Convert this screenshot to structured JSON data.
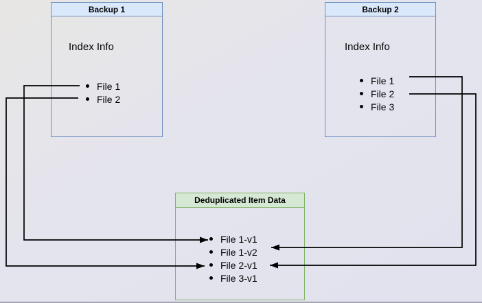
{
  "diagram": {
    "colors": {
      "background": "#e4e4ee",
      "blue_header_fill": "#dae8fc",
      "blue_border": "#6c8ebf",
      "green_header_fill": "#d5e8d4",
      "green_border": "#82b366",
      "edge_stroke": "#000000",
      "text": "#000000"
    },
    "nodes": {
      "backup1": {
        "title": "Backup 1",
        "index_label": "Index Info",
        "items": [
          {
            "label": "File 1"
          },
          {
            "label": "File 2"
          }
        ]
      },
      "backup2": {
        "title": "Backup 2",
        "index_label": "Index Info",
        "items": [
          {
            "label": "File 1"
          },
          {
            "label": "File 2"
          },
          {
            "label": "File 3"
          }
        ]
      },
      "dedup": {
        "title": "Deduplicated Item Data",
        "items": [
          {
            "label": "File 1-v1"
          },
          {
            "label": "File 1-v2"
          },
          {
            "label": "File 2-v1"
          },
          {
            "label": "File 3-v1"
          }
        ]
      }
    },
    "edges": [
      {
        "from": "backup1 / File 1",
        "to": "dedup / File 1-v1",
        "route": "left"
      },
      {
        "from": "backup1 / File 2",
        "to": "dedup / File 2-v1",
        "route": "left"
      },
      {
        "from": "backup2 / File 1",
        "to": "dedup / File 1-v2",
        "route": "right"
      },
      {
        "from": "backup2 / File 2",
        "to": "dedup / File 2-v1",
        "route": "right"
      }
    ]
  }
}
